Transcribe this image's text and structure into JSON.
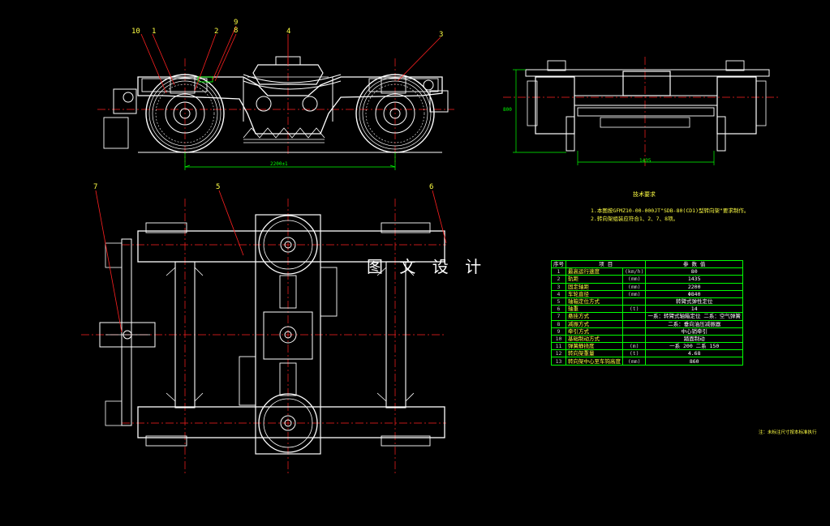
{
  "watermark": "图 文 设 计",
  "callouts": [
    "10",
    "1",
    "2",
    "9",
    "8",
    "4",
    "3",
    "7",
    "5",
    "6"
  ],
  "dimensions": {
    "wheelbase": "2200±1",
    "height": "800",
    "width": "1435"
  },
  "technical_requirements": {
    "title": "技术要求",
    "lines": [
      "1.本图按GFMZ10-00-000JT\"SDB-80(CD1)型转向架\"要求制作。",
      "2.转向架组装应符合1、2、7、8项。"
    ]
  },
  "spec_table": {
    "headers": [
      "序号",
      "项 目",
      "参 数 值"
    ],
    "rows": [
      {
        "no": "1",
        "name": "最高运行速度",
        "unit": "(km/h)",
        "value": "80"
      },
      {
        "no": "2",
        "name": "轨距",
        "unit": "(mm)",
        "value": "1435"
      },
      {
        "no": "3",
        "name": "固定轴距",
        "unit": "(mm)",
        "value": "2200"
      },
      {
        "no": "4",
        "name": "车轮直径",
        "unit": "(mm)",
        "value": "Φ840"
      },
      {
        "no": "5",
        "name": "轴箱定位方式",
        "unit": "",
        "value": "转臂式弹性定位"
      },
      {
        "no": "6",
        "name": "轴重",
        "unit": "(t)",
        "value": "14"
      },
      {
        "no": "7",
        "name": "悬挂方式",
        "unit": "",
        "value": "一系：转臂式轴箱定位   二系：空气弹簧"
      },
      {
        "no": "8",
        "name": "减振方式",
        "unit": "",
        "value": "二系：垂向油压减振器"
      },
      {
        "no": "9",
        "name": "牵引方式",
        "unit": "",
        "value": "中心销牵引"
      },
      {
        "no": "10",
        "name": "基础制动方式",
        "unit": "",
        "value": "踏面制动"
      },
      {
        "no": "11",
        "name": "弹簧静挠度",
        "unit": "(m)",
        "value": "一系 200      二系 150"
      },
      {
        "no": "12",
        "name": "转向架重量",
        "unit": "(t)",
        "value": "4.68"
      },
      {
        "no": "13",
        "name": "转向架中心至车钩高度",
        "unit": "(mm)",
        "value": "860"
      }
    ]
  },
  "note": "注：未标注尺寸按本标准执行",
  "colors": {
    "background": "#000000",
    "lines": "#ffffff",
    "centerlines": "#ff2020",
    "dimensions": "#00ff00",
    "text": "#ffff44"
  }
}
